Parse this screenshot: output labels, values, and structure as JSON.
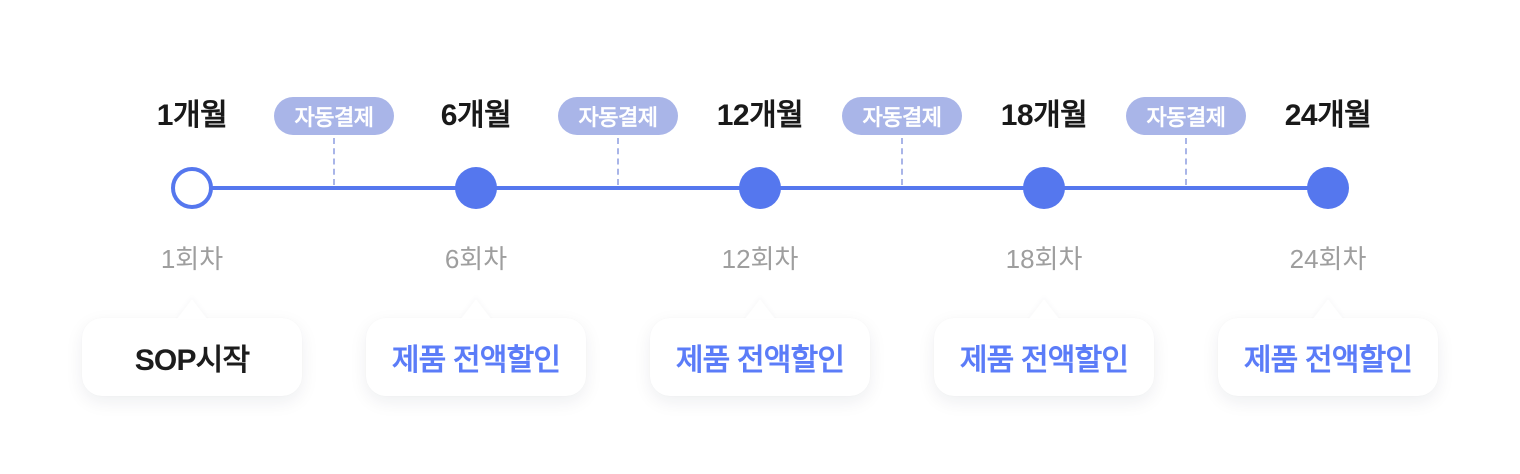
{
  "timeline": {
    "milestones": [
      {
        "month_label": "1개월",
        "round_label": "1회차",
        "bubble_label": "SOP시작",
        "node_style": "outline"
      },
      {
        "month_label": "6개월",
        "round_label": "6회차",
        "bubble_label": "제품 전액할인",
        "node_style": "filled"
      },
      {
        "month_label": "12개월",
        "round_label": "12회차",
        "bubble_label": "제품 전액할인",
        "node_style": "filled"
      },
      {
        "month_label": "18개월",
        "round_label": "18회차",
        "bubble_label": "제품 전액할인",
        "node_style": "filled"
      },
      {
        "month_label": "24개월",
        "round_label": "24회차",
        "bubble_label": "제품 전액할인",
        "node_style": "filled"
      }
    ],
    "auto_payments": [
      {
        "label": "자동결제"
      },
      {
        "label": "자동결제"
      },
      {
        "label": "자동결제"
      },
      {
        "label": "자동결제"
      }
    ]
  },
  "colors": {
    "accent_blue": "#5577EE",
    "bubble_text_blue": "#5B7CF8",
    "pill_background": "#A9B5E8",
    "pill_text": "#FFFFFF",
    "connector_dashed": "#A9B5E8",
    "month_text": "#191919",
    "round_text": "#9E9E9E",
    "bubble_background": "#FFFFFF",
    "first_bubble_text": "#1C1C1C"
  }
}
